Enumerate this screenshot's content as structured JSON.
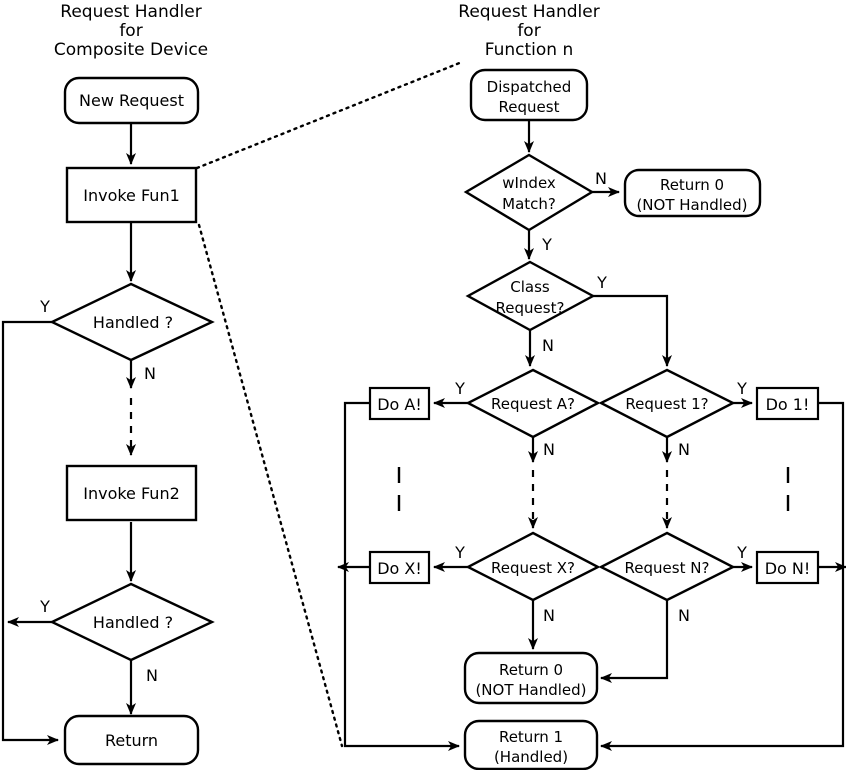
{
  "diagram": {
    "type": "flowchart",
    "title_left": {
      "line1": "Request Handler",
      "line2": "for",
      "line3": "Composite Device"
    },
    "title_right": {
      "line1": "Request Handler",
      "line2": "for",
      "line3": "Function n"
    },
    "left_flow": {
      "nodes": [
        {
          "id": "new-request",
          "shape": "rounded",
          "label": "New Request"
        },
        {
          "id": "invoke-fun1",
          "shape": "rect",
          "label": "Invoke Fun1"
        },
        {
          "id": "handled-1",
          "shape": "diamond",
          "label": "Handled ?"
        },
        {
          "id": "invoke-fun2",
          "shape": "rect",
          "label": "Invoke Fun2"
        },
        {
          "id": "handled-2",
          "shape": "diamond",
          "label": "Handled ?"
        },
        {
          "id": "return",
          "shape": "rounded",
          "label": "Return"
        }
      ],
      "edge_labels": {
        "handled1_yes": "Y",
        "handled1_no": "N",
        "handled2_yes": "Y",
        "handled2_no": "N"
      }
    },
    "right_flow": {
      "nodes": [
        {
          "id": "dispatched-request",
          "shape": "rounded",
          "label_line1": "Dispatched",
          "label_line2": "Request"
        },
        {
          "id": "windex-match",
          "shape": "diamond",
          "label_line1": "wIndex",
          "label_line2": "Match?"
        },
        {
          "id": "return0-top",
          "shape": "rounded",
          "label_line1": "Return 0",
          "label_line2": "(NOT Handled)"
        },
        {
          "id": "class-request",
          "shape": "diamond",
          "label_line1": "Class",
          "label_line2": "Request?"
        },
        {
          "id": "request-a",
          "shape": "diamond",
          "label": "Request A?"
        },
        {
          "id": "request-1",
          "shape": "diamond",
          "label": "Request 1?"
        },
        {
          "id": "request-x",
          "shape": "diamond",
          "label": "Request X?"
        },
        {
          "id": "request-n",
          "shape": "diamond",
          "label": "Request N?"
        },
        {
          "id": "do-a",
          "shape": "rect",
          "label": "Do A!"
        },
        {
          "id": "do-x",
          "shape": "rect",
          "label": "Do X!"
        },
        {
          "id": "do-1",
          "shape": "rect",
          "label": "Do 1!"
        },
        {
          "id": "do-n",
          "shape": "rect",
          "label": "Do N!"
        },
        {
          "id": "return0-bottom",
          "shape": "rounded",
          "label_line1": "Return 0",
          "label_line2": "(NOT Handled)"
        },
        {
          "id": "return1",
          "shape": "rounded",
          "label_line1": "Return 1",
          "label_line2": "(Handled)"
        }
      ],
      "edge_labels": {
        "windex_no": "N",
        "windex_yes": "Y",
        "class_yes": "Y",
        "class_no": "N",
        "request_a_yes": "Y",
        "request_a_no": "N",
        "request_1_yes": "Y",
        "request_1_no": "N",
        "request_x_yes": "Y",
        "request_x_no": "N",
        "request_n_yes": "Y",
        "request_n_no": "N"
      }
    },
    "colors": {
      "stroke": "#000000",
      "fill": "#ffffff",
      "background": "#ffffff"
    }
  }
}
